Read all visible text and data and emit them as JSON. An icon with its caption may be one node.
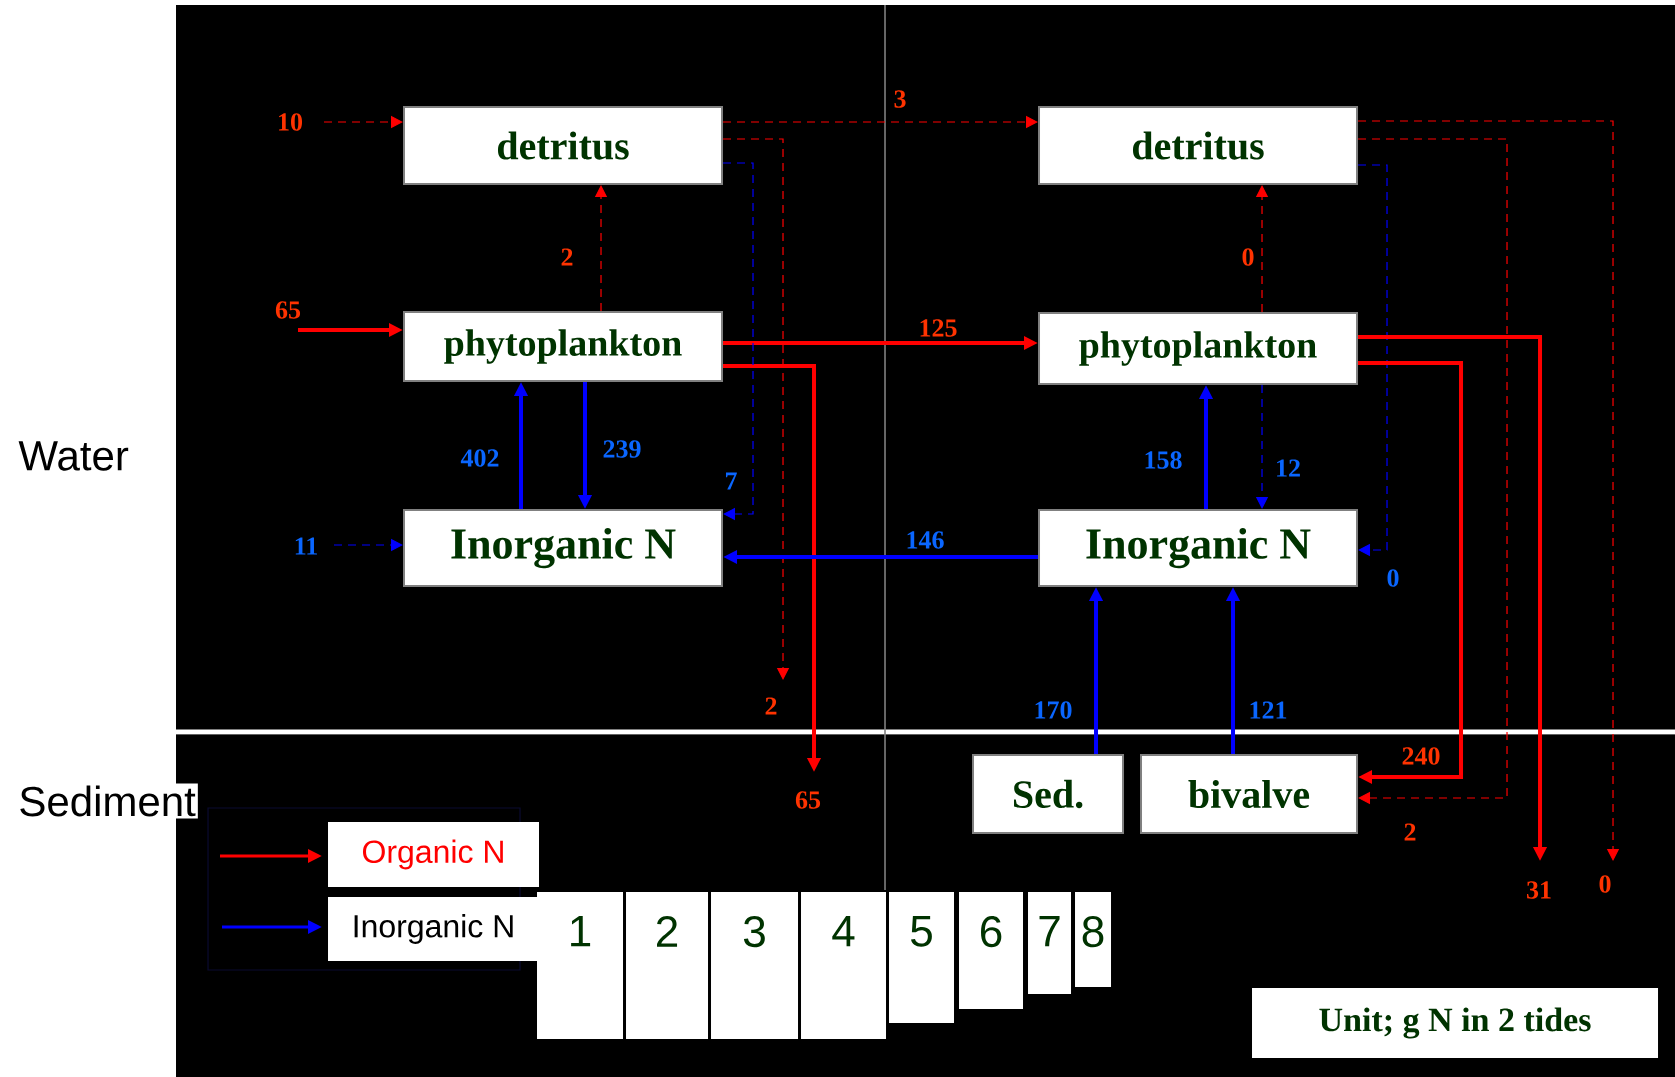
{
  "diagram": {
    "nodes": [
      {
        "text": [
          "detritus"
        ]
      },
      {
        "text": [
          "detritus"
        ]
      },
      {
        "text": [
          "phytoplankton"
        ]
      },
      {
        "text": [
          "phytoplankton"
        ]
      },
      {
        "text": [
          "Inorganic N"
        ]
      },
      {
        "text": [
          "Inorganic N"
        ]
      },
      {
        "text": [
          "Sed."
        ]
      },
      {
        "text": [
          "bivalve"
        ]
      },
      {
        "text": [
          "1"
        ]
      },
      {
        "text": [
          "2"
        ]
      },
      {
        "text": [
          "3"
        ]
      },
      {
        "text": [
          "4"
        ]
      },
      {
        "text": [
          "5"
        ]
      },
      {
        "text": [
          "6"
        ]
      },
      {
        "text": [
          "7"
        ]
      },
      {
        "text": [
          "8"
        ]
      },
      {
        "text": [
          "Unit; g N in 2 tides"
        ]
      }
    ],
    "edges": [
      {
        "from": null,
        "to": 0,
        "arrow": "to",
        "label": "10",
        "style": "dashed",
        "color": "#ff0000"
      },
      {
        "from": 0,
        "to": 1,
        "arrow": "to",
        "label": "3",
        "style": "dashed",
        "color": "#ff0000"
      },
      {
        "from": 2,
        "to": 0,
        "arrow": "to",
        "label": "2",
        "style": "dashed",
        "color": "#ff0000"
      },
      {
        "from": null,
        "to": 2,
        "arrow": "to",
        "label": "65",
        "style": "thick",
        "color": "#ff0000"
      },
      {
        "from": 2,
        "to": 3,
        "arrow": "to",
        "label": "125",
        "style": "thick",
        "color": "#ff0000"
      },
      {
        "from": 2,
        "to": null,
        "arrow": "to",
        "label": "65",
        "style": "thick",
        "color": "#ff0000"
      },
      {
        "from": 0,
        "to": null,
        "arrow": "to",
        "label": "2",
        "style": "dashed",
        "color": "#ff0000"
      },
      {
        "from": 0,
        "to": 4,
        "arrow": "to",
        "label": "7",
        "style": "dashed",
        "color": "#0000ff"
      },
      {
        "from": 4,
        "to": 2,
        "arrow": "to",
        "label": "402",
        "style": "thick",
        "color": "#0000ff"
      },
      {
        "from": 2,
        "to": 4,
        "arrow": "to",
        "label": "239",
        "style": "thick",
        "color": "#0000ff"
      },
      {
        "from": null,
        "to": 4,
        "arrow": "to",
        "label": "11",
        "style": "dashed",
        "color": "#0000ff"
      },
      {
        "from": 5,
        "to": 4,
        "arrow": "to",
        "label": "146",
        "style": "thick",
        "color": "#0000ff"
      },
      {
        "from": 3,
        "to": 1,
        "arrow": "to",
        "label": "0",
        "style": "dashed",
        "color": "#ff0000"
      },
      {
        "from": 5,
        "to": 3,
        "arrow": "to",
        "label": "158",
        "style": "thick",
        "color": "#0000ff"
      },
      {
        "from": 3,
        "to": 5,
        "arrow": "to",
        "label": "12",
        "style": "dashed",
        "color": "#0000ff"
      },
      {
        "from": 1,
        "to": 5,
        "arrow": "to",
        "label": "0",
        "style": "dashed",
        "color": "#0000ff"
      },
      {
        "from": 6,
        "to": 5,
        "arrow": "to",
        "label": "170",
        "style": "thick",
        "color": "#0000ff"
      },
      {
        "from": 7,
        "to": 5,
        "arrow": "to",
        "label": "121",
        "style": "thick",
        "color": "#0000ff"
      },
      {
        "from": 3,
        "to": 7,
        "arrow": "to",
        "label": "240",
        "style": "thick",
        "color": "#ff0000"
      },
      {
        "from": 1,
        "to": 7,
        "arrow": "to",
        "label": "2",
        "style": "dashed",
        "color": "#ff0000"
      },
      {
        "from": 3,
        "to": null,
        "arrow": "to",
        "label": "31",
        "style": "thick",
        "color": "#ff0000"
      },
      {
        "from": 1,
        "to": null,
        "arrow": "to",
        "label": "0",
        "style": "dashed",
        "color": "#ff0000"
      }
    ],
    "labels": [
      "Water",
      "Sediment"
    ],
    "legend": [
      {
        "text": "Organic N"
      },
      {
        "text": "Inorganic N"
      }
    ]
  }
}
